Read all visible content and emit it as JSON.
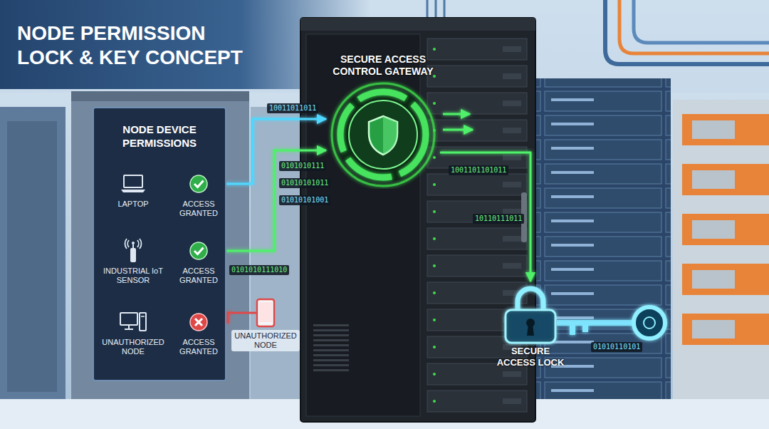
{
  "diagram": {
    "title": "NODE PERMISSION LOCK & KEY CONCEPT",
    "nodes": [
      {
        "text": [
          "NODE DEVICE PERMISSIONS"
        ]
      },
      {
        "text": [
          "LAPTOP",
          "ACCESS GRANTED"
        ],
        "in": 0
      },
      {
        "text": [
          "INDUSTRIAL IoT SENSOR",
          "ACCESS GRANTED"
        ],
        "in": 0
      },
      {
        "text": [
          "UNAUTHORIZED NODE",
          "ACCESS GRANTED"
        ],
        "in": 0
      },
      {
        "text": [
          "SECURE ACCESS CONTROL GATEWAY"
        ]
      },
      {
        "text": [
          "UNAUTHORIZED NODE"
        ]
      },
      {
        "text": [
          "SECURE ACCESS LOCK"
        ]
      }
    ],
    "edges": [
      {
        "from": 1,
        "to": 4,
        "arrow": "to"
      },
      {
        "from": 2,
        "to": 4,
        "arrow": "to"
      },
      {
        "from": 4,
        "to": 6,
        "arrow": "to"
      },
      {
        "from": 3,
        "to": 5,
        "arrow": "none"
      }
    ],
    "labels": [
      "10011011011",
      "0101010111",
      "01010101011",
      "01010101001",
      "0101010111010",
      "1001101101011",
      "10110111011",
      "01010110101"
    ]
  }
}
